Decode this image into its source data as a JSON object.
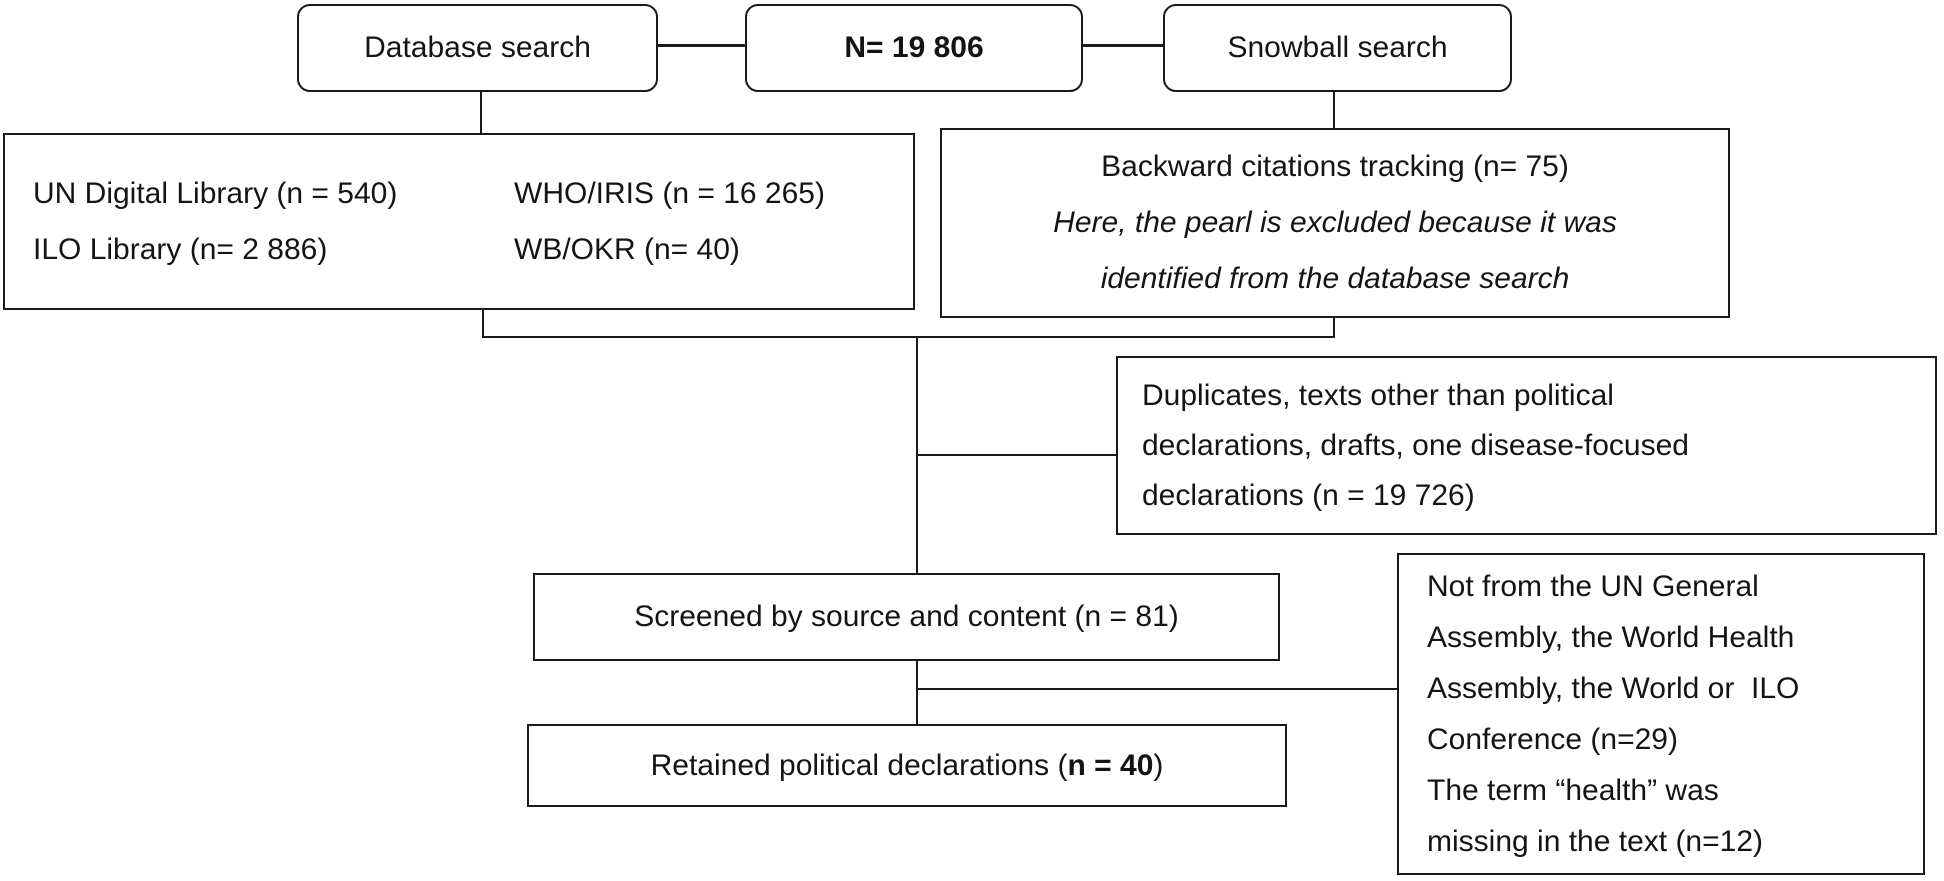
{
  "diagram": {
    "title_row": {
      "database_search": "Database search",
      "total_count": "N= 19 806",
      "snowball_search": "Snowball search"
    },
    "sources_box": {
      "row1_col1": "UN Digital Library (n = 540)",
      "row1_col2": "WHO/IRIS (n = 16 265)",
      "row2_col1": "ILO Library (n= 2 886)",
      "row2_col2": "WB/OKR (n= 40)"
    },
    "backward_box": {
      "line1": "Backward citations tracking (n= 75)",
      "line2": "Here, the pearl is excluded because it was",
      "line3": "identified from the database search"
    },
    "duplicates_box": {
      "line1": "Duplicates, texts other than political",
      "line2": "declarations, drafts, one disease-focused",
      "line3": "declarations (n = 19 726)"
    },
    "screened_box": {
      "label": "Screened by source and content (n = 81)"
    },
    "retained_box": {
      "prefix": "Retained political declarations (",
      "bold_value": "n = 40",
      "suffix": ")"
    },
    "exclusion_box": {
      "line1": "Not from the UN General",
      "line2": "Assembly, the World Health",
      "line3": "Assembly, the World or  ILO",
      "line4": "Conference (n=29)",
      "line5": "The term “health” was",
      "line6": "missing in the text (n=12)"
    },
    "colors": {
      "border": "#1a1a1a",
      "text": "#141414",
      "background": "#ffffff"
    }
  }
}
